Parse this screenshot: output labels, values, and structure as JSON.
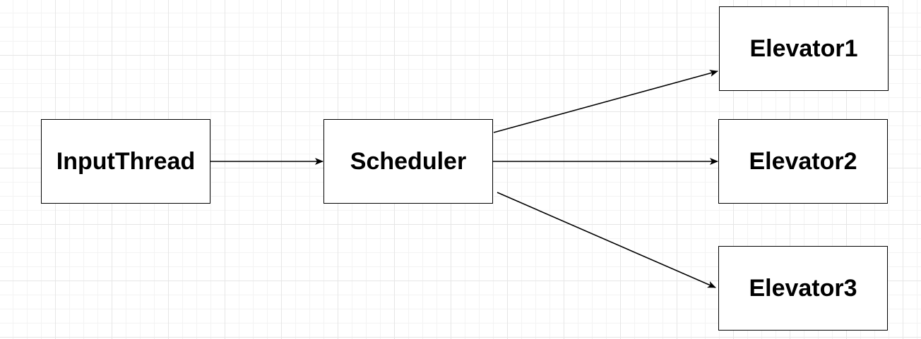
{
  "diagram": {
    "nodes": {
      "input_thread": "InputThread",
      "scheduler": "Scheduler",
      "elevator1": "Elevator1",
      "elevator2": "Elevator2",
      "elevator3": "Elevator3"
    },
    "edges": [
      {
        "from": "InputThread",
        "to": "Scheduler"
      },
      {
        "from": "Scheduler",
        "to": "Elevator1"
      },
      {
        "from": "Scheduler",
        "to": "Elevator2"
      },
      {
        "from": "Scheduler",
        "to": "Elevator3"
      }
    ],
    "colors": {
      "stroke": "#000000",
      "node_fill": "#ffffff",
      "grid_major": "#e6e6e6",
      "grid_minor": "#f3f3f3"
    }
  }
}
